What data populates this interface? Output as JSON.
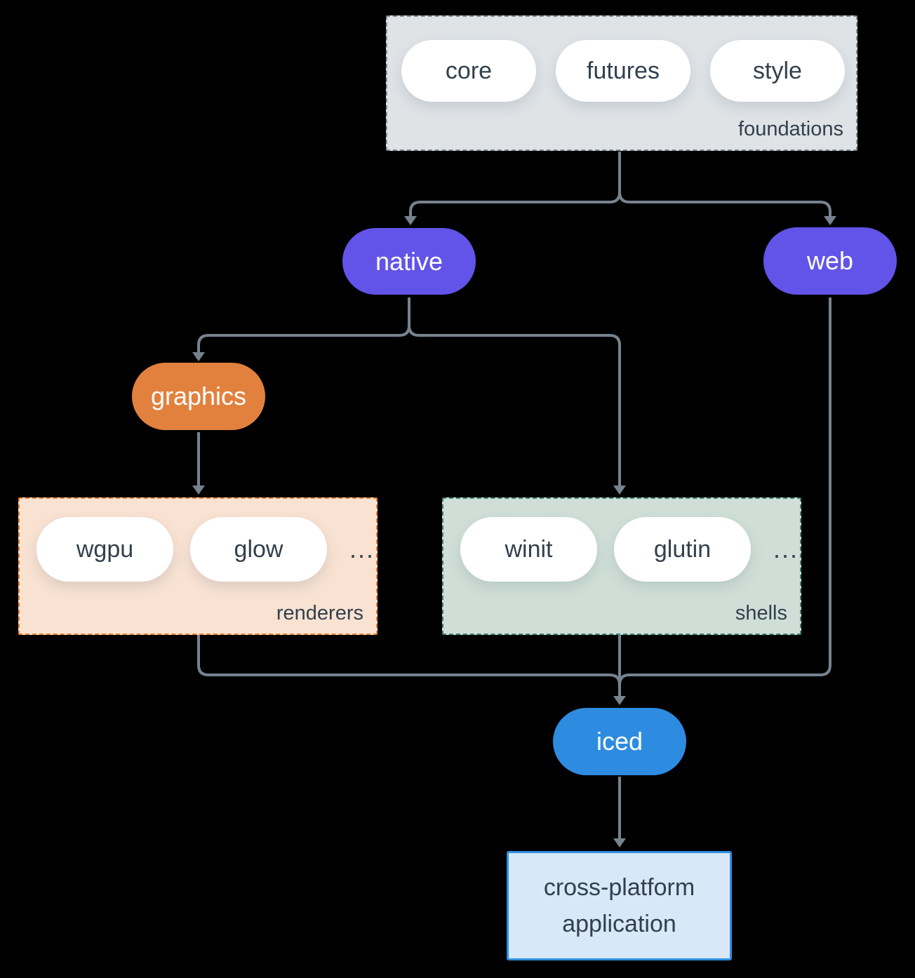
{
  "colors": {
    "background": "#000000",
    "arrow": "#76838f",
    "text_dark": "#32404d",
    "pill_white_bg": "#ffffff",
    "purple": "#6254e8",
    "orange": "#e2813d",
    "blue": "#2d8ce0",
    "foundations_bg": "#dfe3e6",
    "foundations_border": "#7f8d9a",
    "renderers_bg": "#f9e2d2",
    "renderers_border": "#e8802d",
    "shells_bg": "#cfdfd7",
    "shells_border": "#3e7e6e",
    "app_bg": "#d8e8f8",
    "app_border": "#2e8fe0"
  },
  "diagram": {
    "foundations": {
      "label": "foundations",
      "pills": [
        {
          "label": "core"
        },
        {
          "label": "futures"
        },
        {
          "label": "style"
        }
      ]
    },
    "native": {
      "label": "native"
    },
    "web": {
      "label": "web"
    },
    "graphics": {
      "label": "graphics"
    },
    "renderers": {
      "label": "renderers",
      "pills": [
        {
          "label": "wgpu"
        },
        {
          "label": "glow"
        }
      ],
      "ellipsis": "..."
    },
    "shells": {
      "label": "shells",
      "pills": [
        {
          "label": "winit"
        },
        {
          "label": "glutin"
        }
      ],
      "ellipsis": "..."
    },
    "iced": {
      "label": "iced"
    },
    "application": {
      "label": "cross-platform application"
    }
  }
}
